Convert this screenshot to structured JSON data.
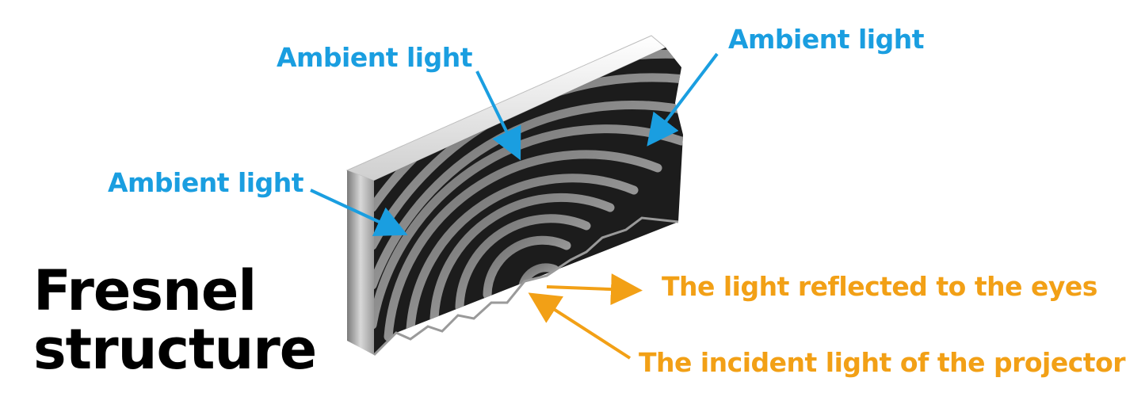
{
  "labels": {
    "ambient_1": "Ambient light",
    "ambient_2": "Ambient light",
    "ambient_3": "Ambient light",
    "reflected": "The light reflected to the eyes",
    "incident": "The incident light of the projector"
  },
  "title": {
    "line1": "Fresnel",
    "line2": "structure"
  },
  "colors": {
    "ambient": "#1a9ee0",
    "projector": "#f2a016",
    "panel_dark": "#1c1c1c",
    "ridge_gray": "#8a8a8a"
  }
}
